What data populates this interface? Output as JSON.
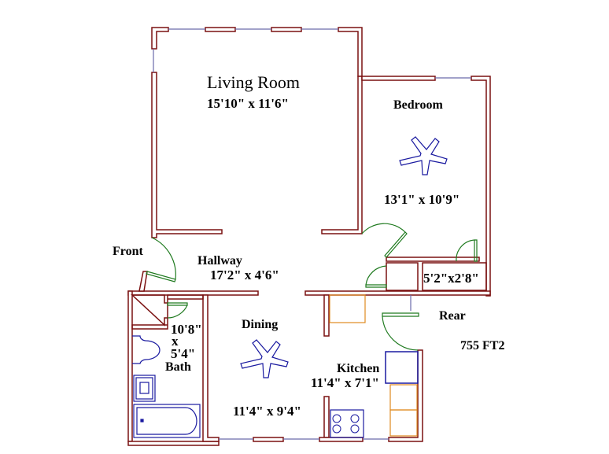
{
  "plan": {
    "total_area": "755 FT2",
    "colors": {
      "wall": "#7a1010",
      "window": "#6a6aaa",
      "door": "#1f7a1f",
      "fixture": "#1a1aa0",
      "cabinet": "#e08a20",
      "text": "#000000"
    }
  },
  "rooms": {
    "living": {
      "name": "Living Room",
      "dims": "15'10\" x 11'6\""
    },
    "bedroom": {
      "name": "Bedroom",
      "dims": "13'1\" x 10'9\""
    },
    "hallway": {
      "name": "Hallway",
      "dims": "17'2\" x 4'6\""
    },
    "closet": {
      "dims": "5'2\"x2'8\""
    },
    "dining": {
      "name": "Dining",
      "dims": "11'4\" x 9'4\""
    },
    "kitchen": {
      "name": "Kitchen",
      "dims": "11'4\" x 7'1\""
    },
    "bath": {
      "name": "Bath",
      "dims_line1": "10'8\"",
      "dims_line2": "x",
      "dims_line3": "5'4\""
    }
  },
  "entrances": {
    "front": "Front",
    "rear": "Rear"
  },
  "icons": {
    "ceiling_fan": "ceiling-fan-icon",
    "toilet": "toilet-icon",
    "sink": "sink-icon",
    "bathtub": "bathtub-icon",
    "stove": "stove-icon",
    "refrigerator": "refrigerator-icon"
  }
}
